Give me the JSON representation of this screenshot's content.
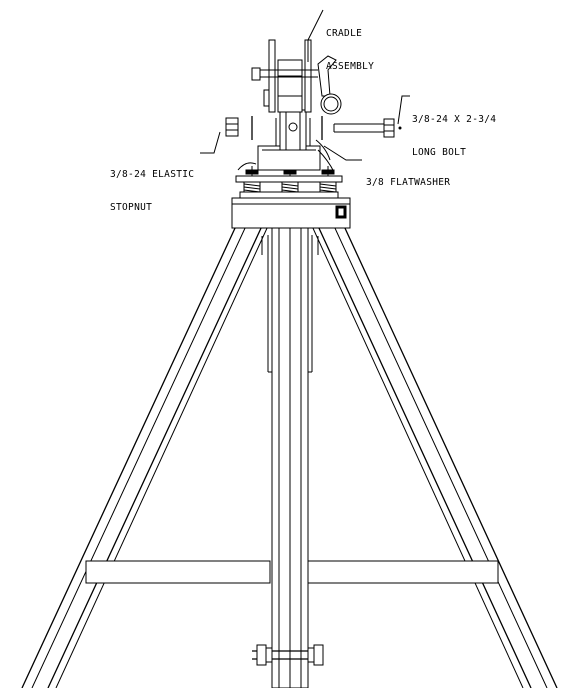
{
  "labels": {
    "cradle_assembly": [
      "CRADLE",
      "ASSEMBLY"
    ],
    "long_bolt": [
      "3/8-24 X 2-3/4",
      "LONG BOLT"
    ],
    "stopnut": [
      "3/8-24 ELASTIC",
      "STOPNUT"
    ],
    "flatwasher": "3/8 FLATWASHER"
  },
  "colors": {
    "line": "#000000",
    "background": "#ffffff",
    "shade": "#d9d9d9"
  }
}
